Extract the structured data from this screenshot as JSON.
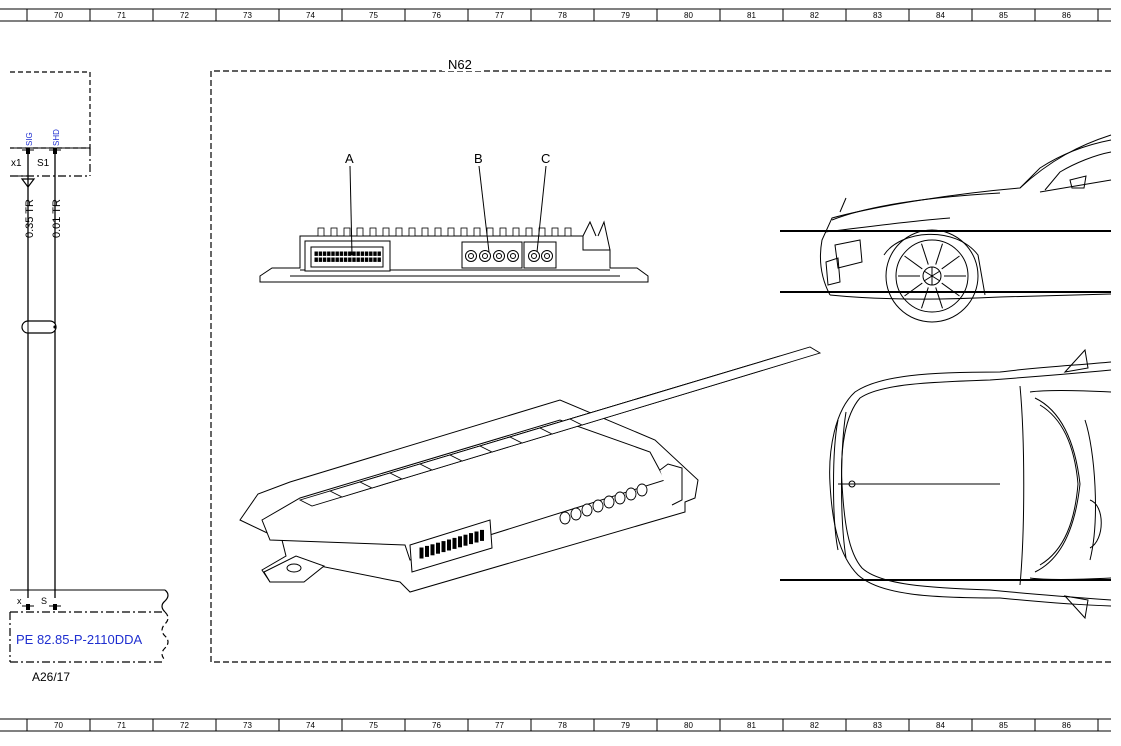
{
  "ruler": {
    "cells": [
      "70",
      "71",
      "72",
      "73",
      "74",
      "75",
      "76",
      "77",
      "78",
      "79",
      "80",
      "81",
      "82",
      "83",
      "84",
      "85",
      "86"
    ]
  },
  "component": {
    "id": "N62",
    "connectors": [
      "A",
      "B",
      "C"
    ]
  },
  "left_module": {
    "pins_top": {
      "pin1_label": "x1",
      "pin2_label": "S1",
      "pin1_signal": "SIG",
      "pin2_signal": "SHD"
    },
    "wires": [
      "0.35 TR",
      "0.01 TR"
    ],
    "pins_bottom": {
      "pin1_label": "x",
      "pin2_label": "S"
    },
    "reference_link": "PE 82.85-P-2110DDA",
    "module_id": "A26/17"
  },
  "colors": {
    "line": "#000000",
    "link_blue": "#1f2fd0"
  }
}
